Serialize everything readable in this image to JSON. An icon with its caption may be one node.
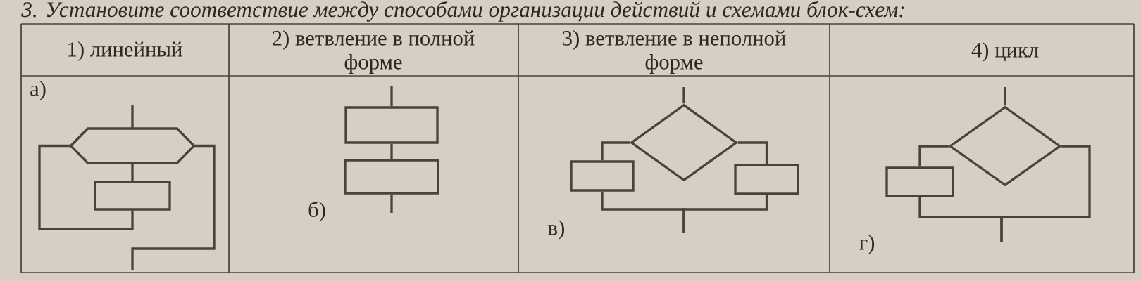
{
  "diagram": {
    "title": "3. Установите соответствие между способами организации действий и схемами блок-схем:",
    "nodes": [
      {
        "text": [],
        "shape": "hexagon"
      },
      {
        "text": [],
        "shape": "box"
      },
      {
        "text": [],
        "shape": "box"
      },
      {
        "text": [],
        "shape": "box"
      },
      {
        "text": [],
        "shape": "diamond"
      },
      {
        "text": [],
        "shape": "box"
      },
      {
        "text": [],
        "shape": "box"
      },
      {
        "text": [],
        "shape": "diamond"
      },
      {
        "text": [],
        "shape": "box"
      }
    ],
    "edges": [
      {
        "from": null,
        "to": 0,
        "arrow": "none"
      },
      {
        "from": 0,
        "to": 1,
        "arrow": "none"
      },
      {
        "from": 1,
        "to": 0,
        "arrow": "none"
      },
      {
        "from": 0,
        "to": null,
        "arrow": "none"
      },
      {
        "from": null,
        "to": 2,
        "arrow": "none"
      },
      {
        "from": 2,
        "to": 3,
        "arrow": "none"
      },
      {
        "from": 3,
        "to": null,
        "arrow": "none"
      },
      {
        "from": null,
        "to": 4,
        "arrow": "none"
      },
      {
        "from": 4,
        "to": 5,
        "arrow": "none"
      },
      {
        "from": 4,
        "to": 6,
        "arrow": "none"
      },
      {
        "from": 5,
        "to": null,
        "arrow": "none"
      },
      {
        "from": 6,
        "to": null,
        "arrow": "none"
      },
      {
        "from": null,
        "to": 7,
        "arrow": "none"
      },
      {
        "from": 7,
        "to": 8,
        "arrow": "none"
      },
      {
        "from": 8,
        "to": null,
        "arrow": "none"
      },
      {
        "from": 7,
        "to": null,
        "arrow": "none"
      }
    ],
    "labels": [
      "1) линейный",
      "2) ветвление в полной форме",
      "3) ветвление в неполной форме",
      "4) цикл",
      "а)",
      "б)",
      "в)",
      "г)"
    ]
  }
}
